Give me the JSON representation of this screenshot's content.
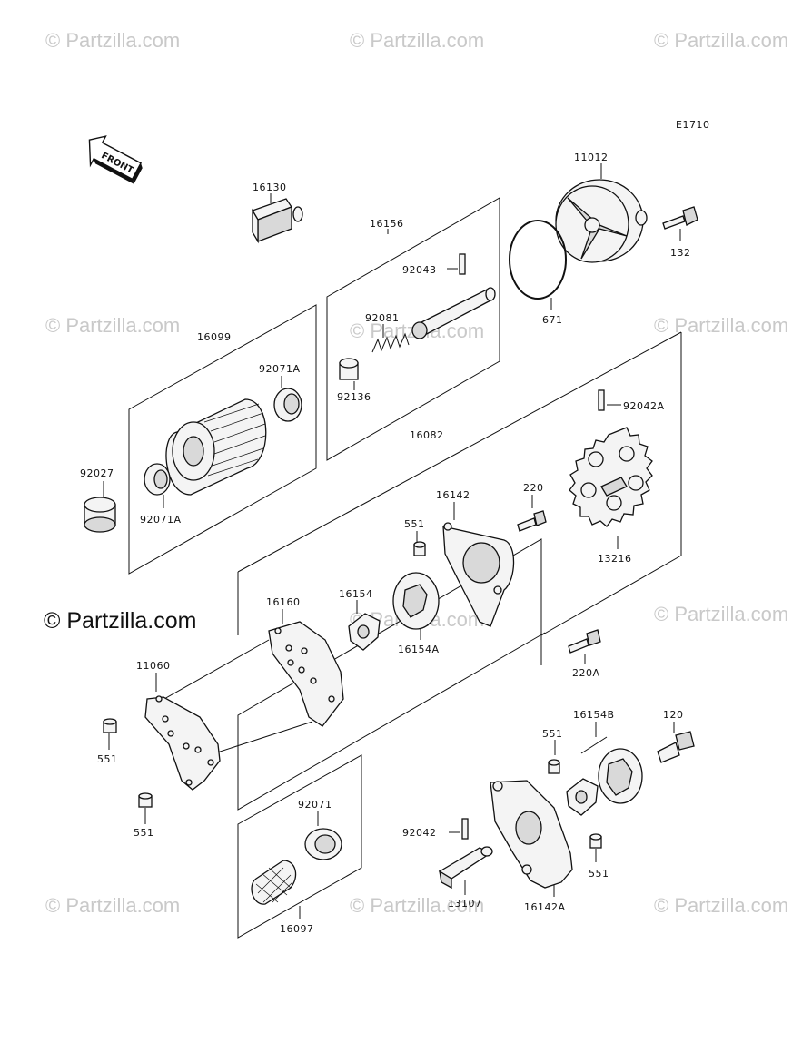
{
  "diagram_code": "E1710",
  "front_label": "FRONT",
  "watermark": "© Partzilla.com",
  "watermark_main": "© Partzilla.com",
  "labels": {
    "p11012": "11012",
    "p132": "132",
    "p16130": "16130",
    "p16156": "16156",
    "p92043": "92043",
    "p92081": "92081",
    "p92136": "92136",
    "p671": "671",
    "p16099": "16099",
    "p92071A_top": "92071A",
    "p92027": "92027",
    "p92071A_bot": "92071A",
    "p92042A": "92042A",
    "p16082": "16082",
    "p13216": "13216",
    "p16142": "16142",
    "p220": "220",
    "p551_a": "551",
    "p16160": "16160",
    "p16154": "16154",
    "p16154A": "16154A",
    "p220A": "220A",
    "p11060": "11060",
    "p551_b": "551",
    "p551_c": "551",
    "p92071": "92071",
    "p16097": "16097",
    "p16154B": "16154B",
    "p551_d": "551",
    "p120": "120",
    "p92042": "92042",
    "p551_e": "551",
    "p13107": "13107",
    "p16142A": "16142A"
  }
}
